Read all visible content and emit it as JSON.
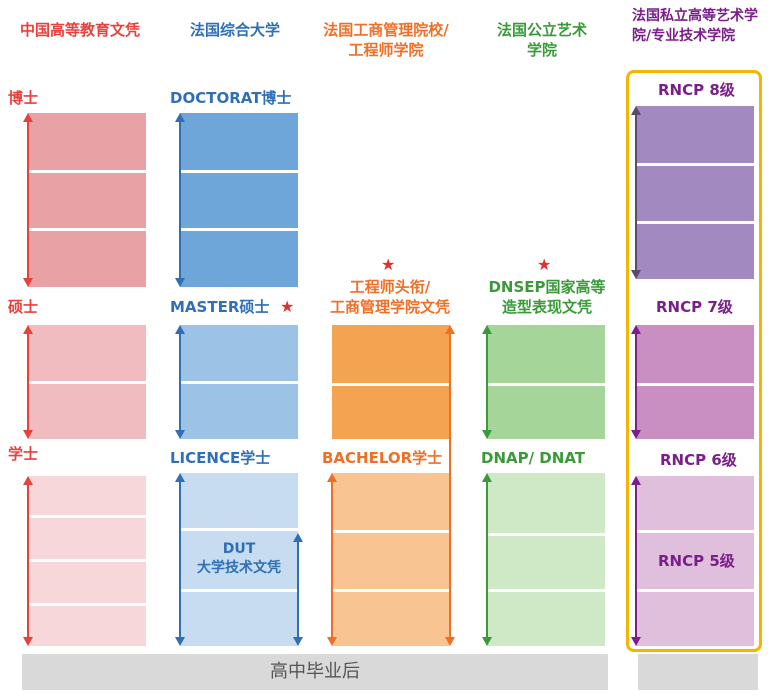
{
  "headers": {
    "col1": "中国高等教育文凭",
    "col2": "法国综合大学",
    "col3": "法国工商管理院校/工程师学院",
    "col4": "法国公立艺术学院",
    "col5": "法国私立高等艺术学院/专业技术学院"
  },
  "col1": {
    "doctor": "博士",
    "master": "硕士",
    "bachelor": "学士"
  },
  "col2": {
    "doctor": "DOCTORAT博士",
    "master": "MASTER硕士",
    "bachelor": "LICENCE学士",
    "dut_line1": "DUT",
    "dut_line2": "大学技术文凭"
  },
  "col3": {
    "master_line1": "工程师头衔/",
    "master_line2": "工商管理学院文凭",
    "bachelor": "BACHELOR学士"
  },
  "col4": {
    "master_line1": "DNSEP国家高等",
    "master_line2": "造型表现文凭",
    "bachelor": "DNAP/ DNAT"
  },
  "col5": {
    "rncp8": "RNCP 8级",
    "rncp7": "RNCP 7级",
    "rncp6": "RNCP 6级",
    "rncp5": "RNCP 5级"
  },
  "base": "高中毕业后",
  "colors": {
    "red": "#e8413c",
    "blue": "#2f6fb5",
    "orange": "#ef6f26",
    "green": "#3a9a3a",
    "purple": "#7a1f8a",
    "highlight": "#f5b400"
  }
}
